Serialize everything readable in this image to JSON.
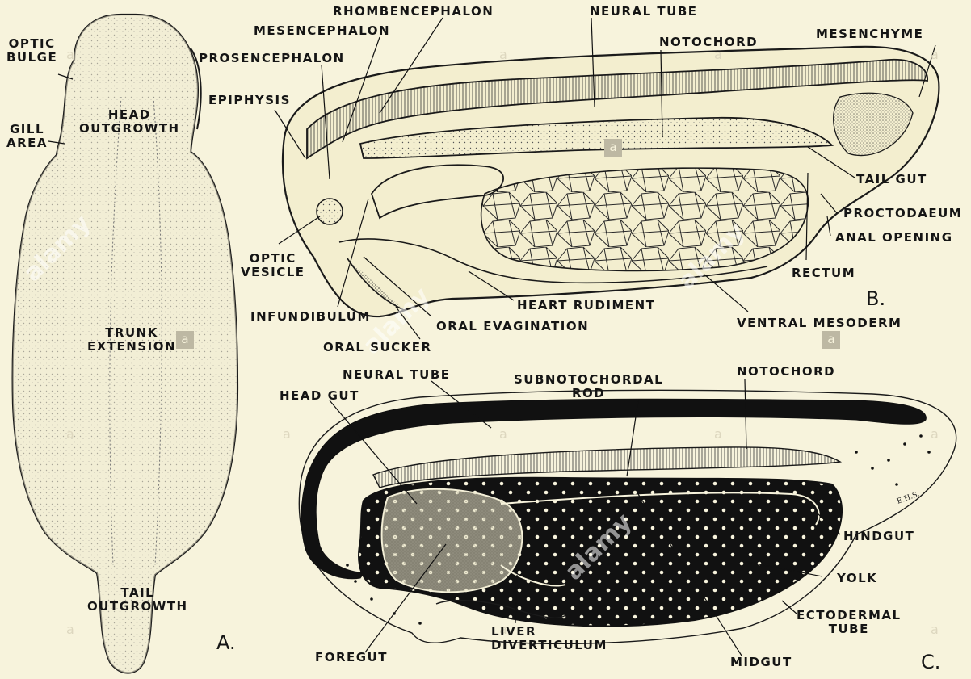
{
  "panel_a": {
    "letter": "A.",
    "labels": {
      "optic_bulge": [
        "OPTIC",
        "BULGE"
      ],
      "head_outgrowth": [
        "HEAD",
        "OUTGROWTH"
      ],
      "gill_area": [
        "GILL",
        "AREA"
      ],
      "trunk_extension": [
        "TRUNK",
        "EXTENSION"
      ],
      "tail_outgrowth": [
        "TAIL",
        "OUTGROWTH"
      ]
    }
  },
  "panel_b": {
    "letter": "B.",
    "labels": {
      "rhombencephalon": "RHOMBENCEPHALON",
      "neural_tube": "NEURAL  TUBE",
      "mesencephalon": "MESENCEPHALON",
      "notochord": "NOTOCHORD",
      "mesenchyme": "MESENCHYME",
      "prosencephalon": "PROSENCEPHALON",
      "epiphysis": "EPIPHYSIS",
      "tail_gut": "TAIL  GUT",
      "proctodaeum": "PROCTODAEUM",
      "anal_opening": "ANAL  OPENING",
      "optic_vesicle": [
        "OPTIC",
        "VESICLE"
      ],
      "rectum": "RECTUM",
      "heart_rudiment": "HEART  RUDIMENT",
      "infundibulum": "INFUNDIBULUM",
      "oral_evagination": "ORAL  EVAGINATION",
      "ventral_mesoderm": "VENTRAL    MESODERM",
      "oral_sucker": "ORAL  SUCKER"
    }
  },
  "panel_c": {
    "letter": "C.",
    "signature": "E.H.S.",
    "labels": {
      "neural_tube": "NEURAL  TUBE",
      "subnotochordal_rod": [
        "SUBNOTOCHORDAL",
        "ROD"
      ],
      "notochord": "NOTOCHORD",
      "head_gut": "HEAD  GUT",
      "hindgut": "HINDGUT",
      "yolk": "YOLK",
      "ectodermal_tube": [
        "ECTODERMAL",
        "TUBE"
      ],
      "liver_diverticulum": [
        "LIVER",
        "DIVERTICULUM"
      ],
      "foregut": "FOREGUT",
      "midgut": "MIDGUT"
    }
  },
  "watermark": {
    "brand": "alamy",
    "mark": "a"
  },
  "colors": {
    "paper": "#f7f3dc",
    "ink": "#151515",
    "watermark": "#bdb8a3"
  }
}
